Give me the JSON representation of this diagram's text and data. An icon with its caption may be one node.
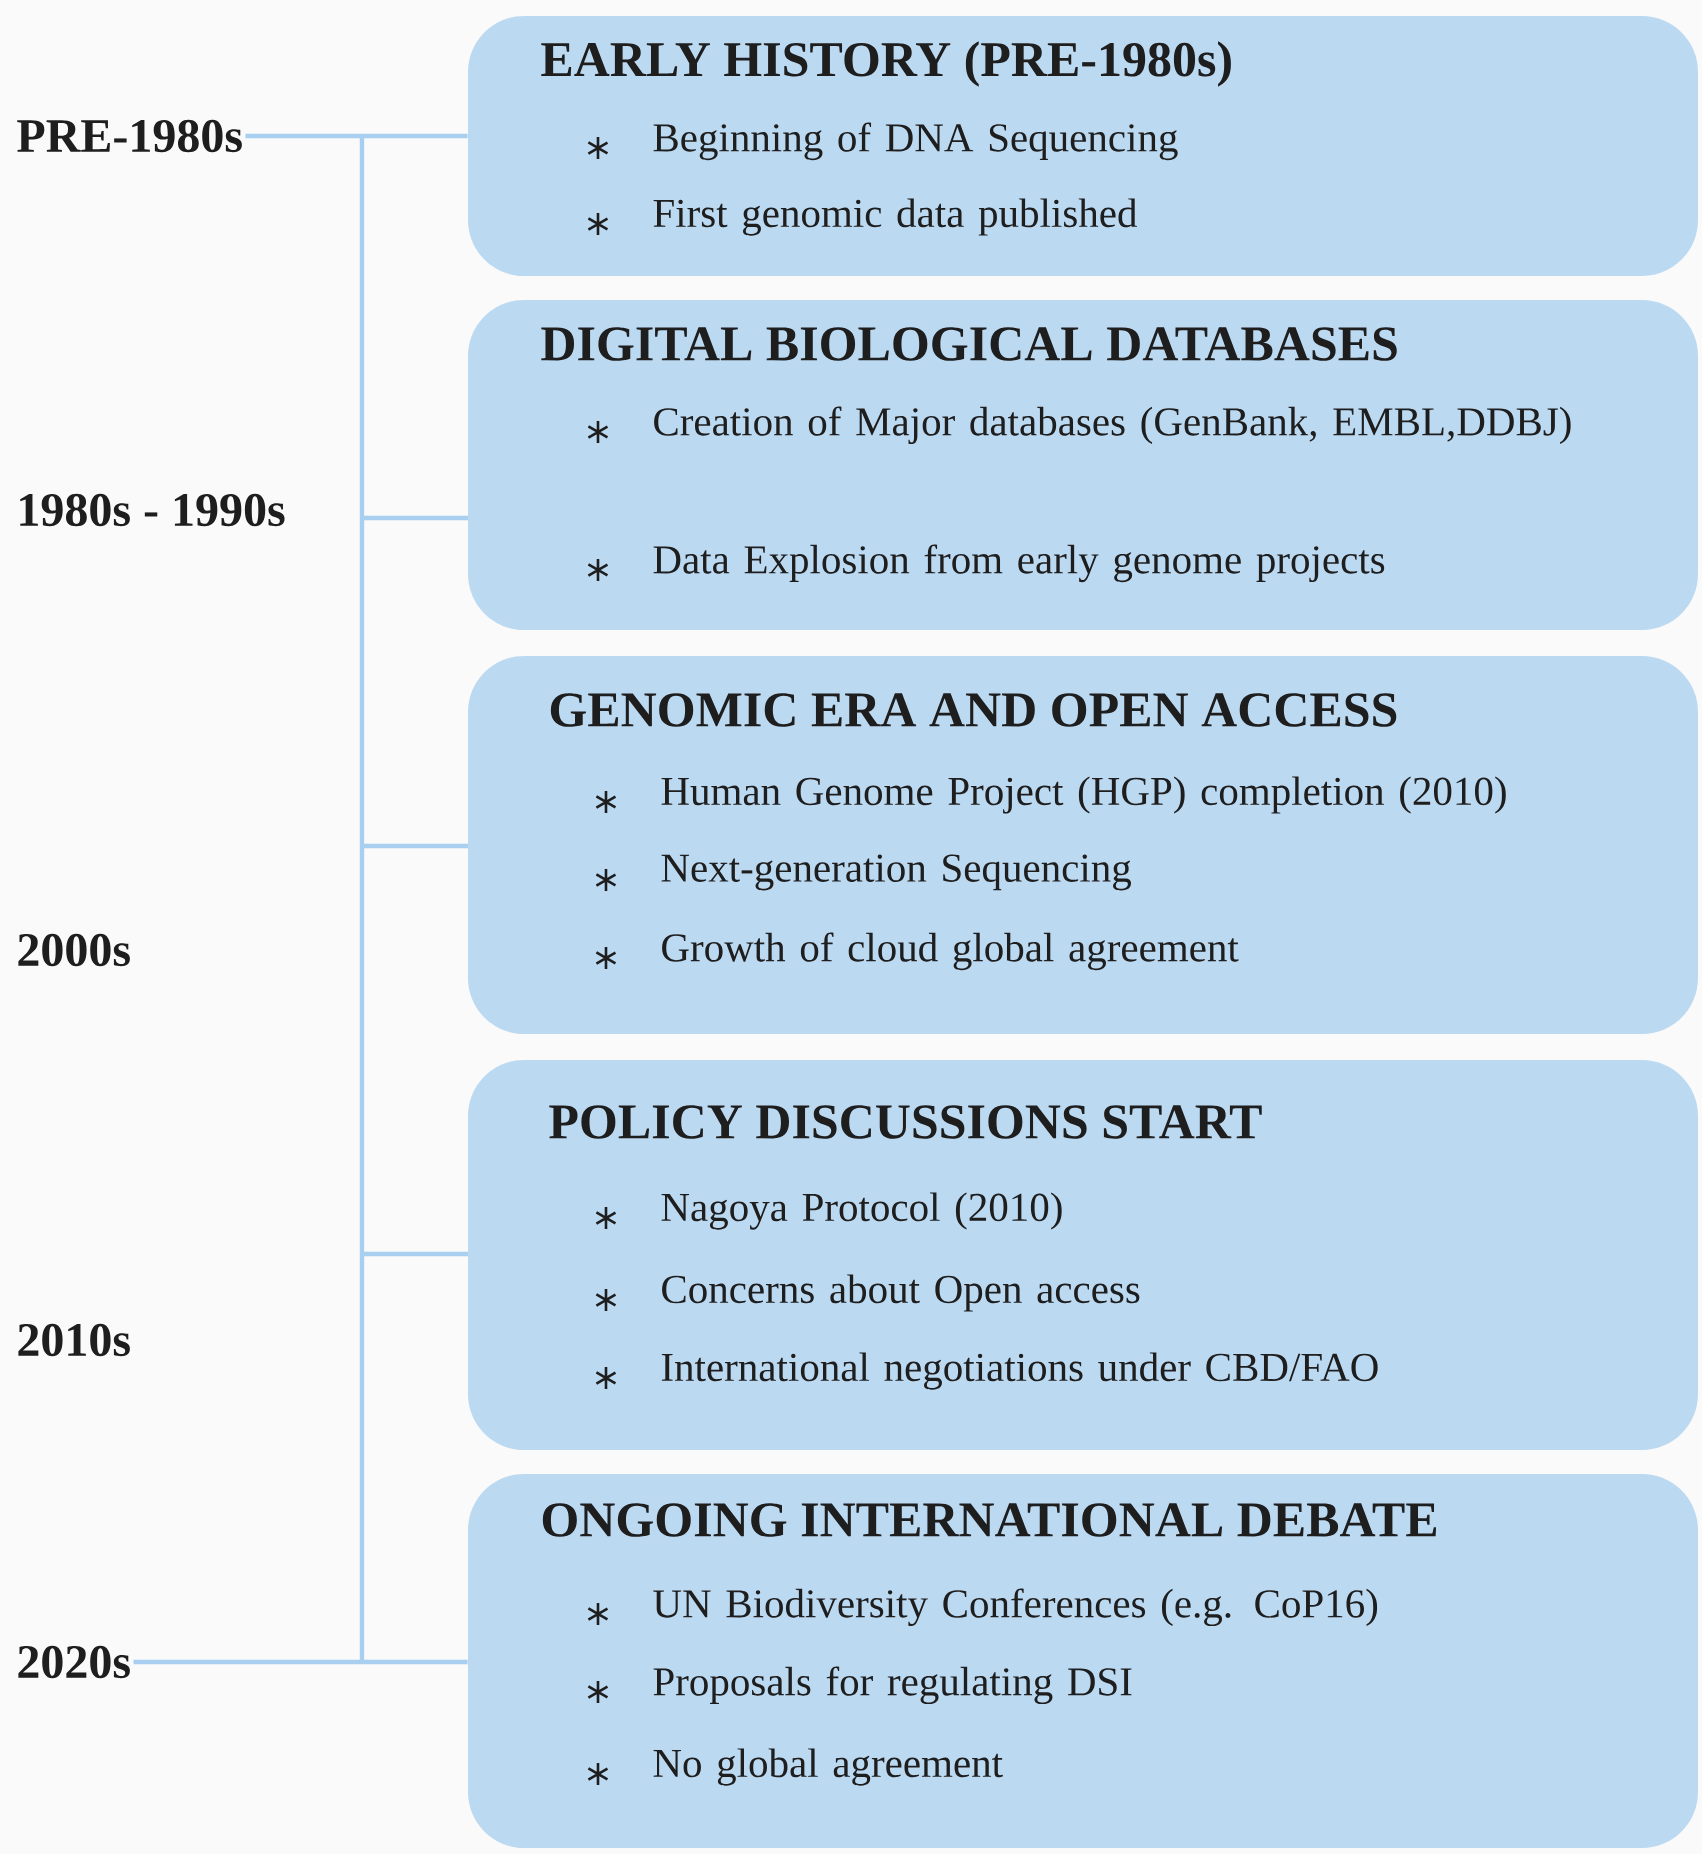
{
  "diagram": {
    "nodes": [
      {
        "text": [
          "EARLY HISTORY (PRE-1980s)",
          "Beginning of DNA Sequencing",
          "First genomic data published"
        ]
      },
      {
        "text": [
          "DIGITAL BIOLOGICAL DATABASES",
          "Creation of Major databases (GenBank, EMBL,DDBJ)",
          "Data Explosion from early genome projects"
        ]
      },
      {
        "text": [
          "GENOMIC ERA AND OPEN ACCESS",
          "Human Genome Project (HGP) completion (2010)",
          "Next-generation Sequencing",
          "Growth of cloud global agreement"
        ]
      },
      {
        "text": [
          "POLICY DISCUSSIONS START",
          "Nagoya Protocol (2010)",
          "Concerns about Open access",
          "International negotiations under CBD/FAO"
        ]
      },
      {
        "text": [
          "ONGOING INTERNATIONAL DEBATE",
          "UN Biodiversity Conferences (e.g. CoP16)",
          "Proposals for regulating DSI",
          "No global agreement"
        ]
      },
      {
        "text": [
          "PRE-1980s"
        ]
      },
      {
        "text": [
          "2020s"
        ]
      }
    ],
    "edges": [
      {
        "from": 5,
        "to": 0,
        "arrow": "none"
      },
      {
        "from": 6,
        "to": 4,
        "arrow": "none"
      }
    ],
    "labels": [
      "1980s - 1990s",
      "2000s",
      "2010s"
    ]
  }
}
